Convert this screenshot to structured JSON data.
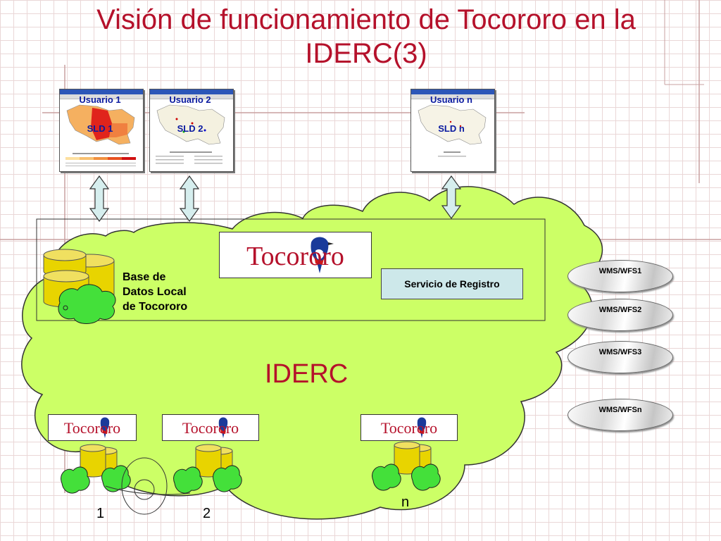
{
  "title": "Visión de funcionamiento de Tocororo en la IDERC(3)",
  "users": [
    {
      "name": "Usuario 1",
      "sld": "SLD 1"
    },
    {
      "name": "Usuario 2",
      "sld": "SLD 2"
    },
    {
      "name": "Usuario n",
      "sld": "SLD n"
    }
  ],
  "logo_text": "Tocororo",
  "database_label": [
    "Base de",
    "Datos Local",
    "de Tocororo"
  ],
  "registry_service": "Servicio de Registro",
  "cloud_label": "IDERC",
  "wms_services": [
    "WMS/WFS1",
    "WMS/WFS2",
    "WMS/WFS3",
    "WMS/WFSn"
  ],
  "node_labels": [
    "1",
    "2",
    "n"
  ],
  "colors": {
    "title": "#b5112b",
    "cloud": "#ccff66",
    "cylinder": "#e8d400",
    "tree": "#44e03a",
    "service_box": "#cde8ea",
    "arrow": "#d6eeee"
  }
}
